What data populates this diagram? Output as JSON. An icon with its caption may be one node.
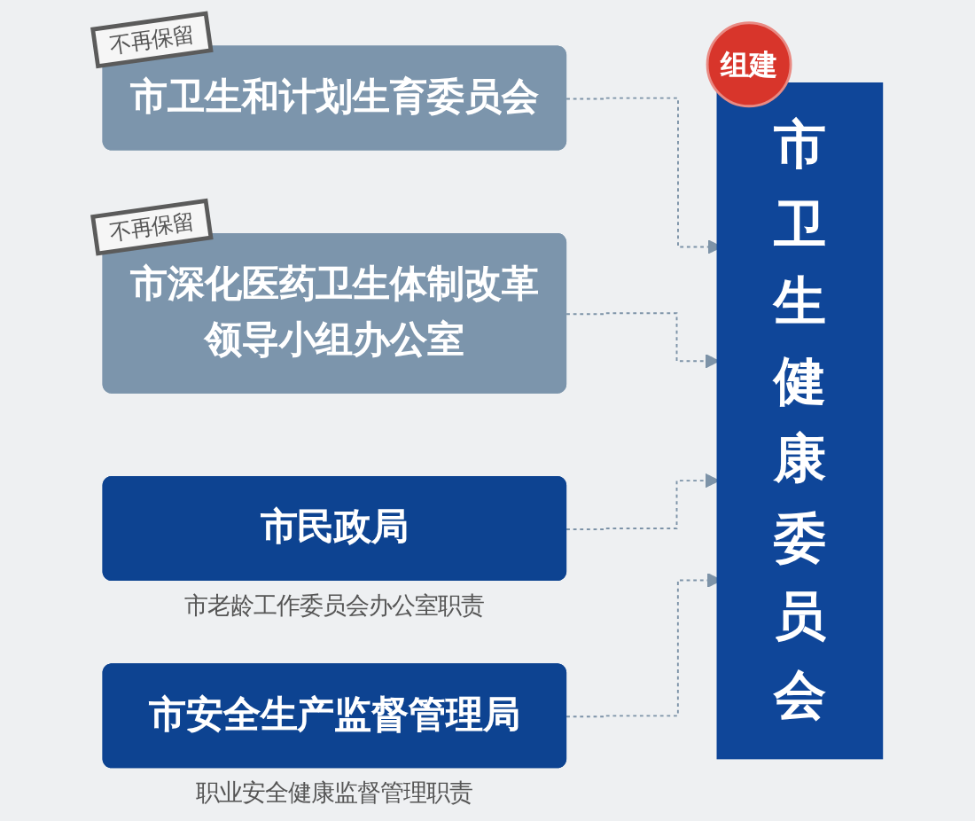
{
  "diagram": {
    "nodes": [
      {
        "text": [
          "市卫生和计划生育委员会"
        ],
        "beside": [
          "不再保留"
        ]
      },
      {
        "text": [
          "市深化医药卫生体制改革领导小组办公室"
        ],
        "beside": [
          "不再保留"
        ]
      },
      {
        "text": [
          "市民政局"
        ],
        "beside": [
          "市老龄工作委员会办公室职责"
        ]
      },
      {
        "text": [
          "市安全生产监督管理局"
        ],
        "beside": [
          "职业安全健康监督管理职责"
        ]
      },
      {
        "text": [
          "市卫生健康委员会"
        ],
        "beside": [
          "组建"
        ]
      }
    ],
    "edges": [
      {
        "from": 0,
        "to": 4,
        "arrow": "to",
        "style": "dashed"
      },
      {
        "from": 1,
        "to": 4,
        "arrow": "to",
        "style": "dashed"
      },
      {
        "from": 2,
        "to": 4,
        "arrow": "to",
        "style": "dashed"
      },
      {
        "from": 3,
        "to": 4,
        "arrow": "to",
        "style": "dashed"
      }
    ]
  }
}
